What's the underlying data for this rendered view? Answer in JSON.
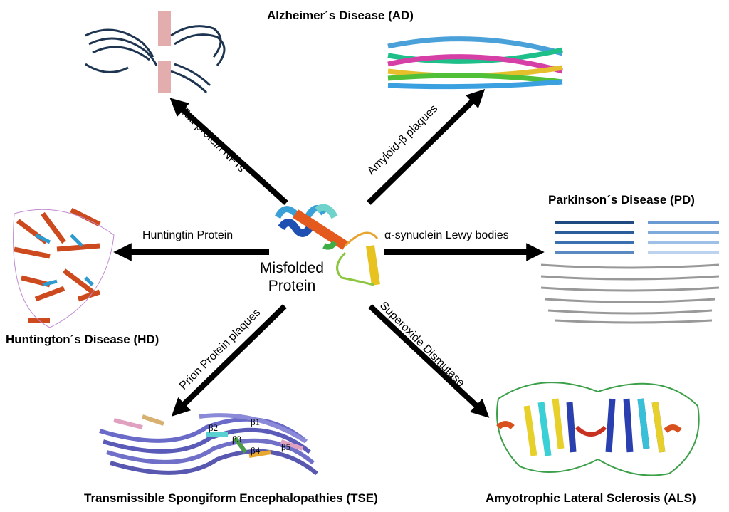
{
  "diseases": {
    "ad": "Alzheimer´s Disease (AD)",
    "pd": "Parkinson´s Disease (PD)",
    "hd": "Huntington´s Disease (HD)",
    "tse": "Transmissible Spongiform Encephalopathies (TSE)",
    "als": "Amyotrophic Lateral Sclerosis (ALS)"
  },
  "center": {
    "line1": "Misfolded",
    "line2": "Protein"
  },
  "arrows": {
    "tau": "Tau protein NFTs",
    "amyloid": "Amyloid-β plaques",
    "huntingtin": "Huntingtin Protein",
    "synuclein": "α-synuclein Lewy bodies",
    "prion": "Prion Protein plaques",
    "sod": "Superoxide Dismutase"
  },
  "strand_labels": [
    "β1",
    "β2",
    "β3",
    "β4",
    "β5"
  ]
}
